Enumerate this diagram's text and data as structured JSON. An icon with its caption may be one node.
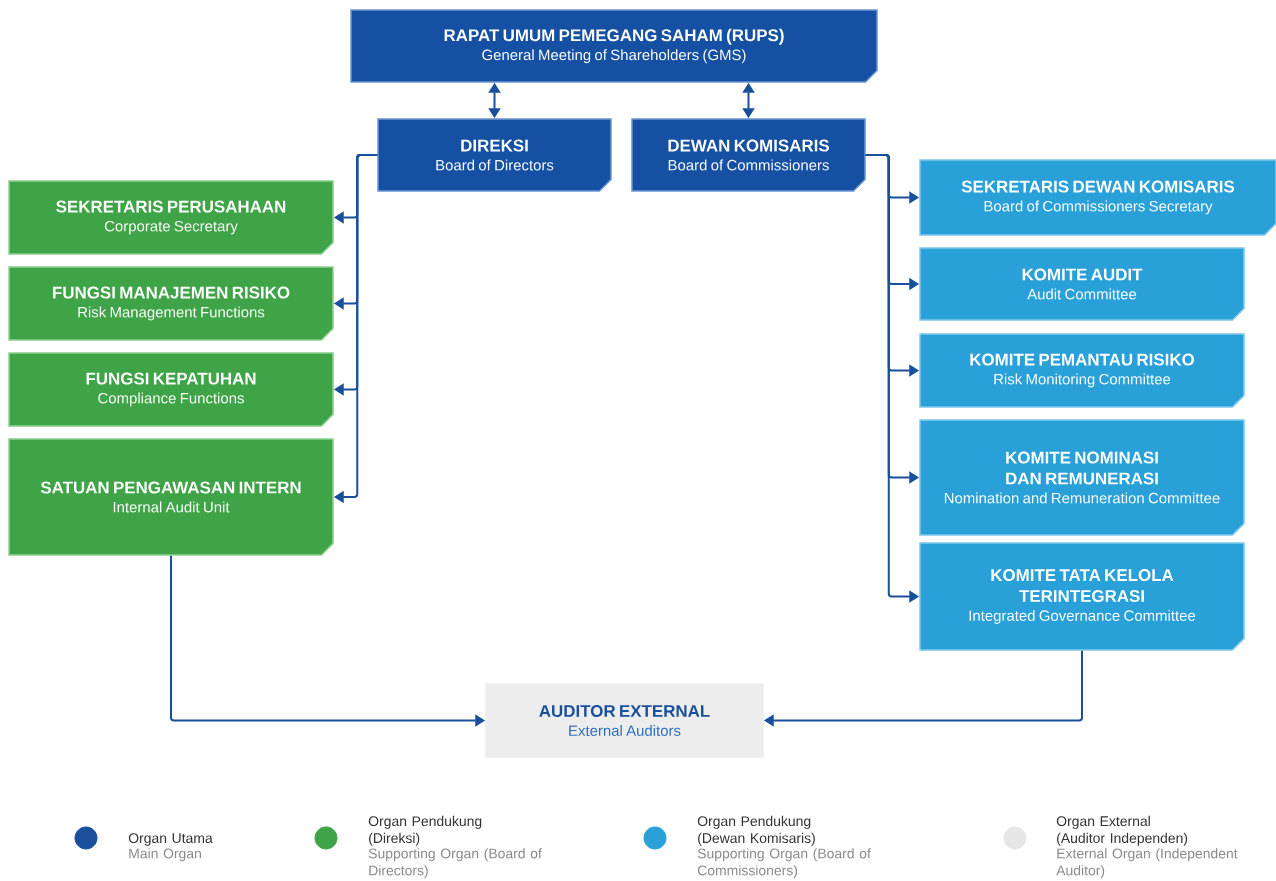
{
  "diagram": {
    "nodes": [
      {
        "text": [
          "RAPAT UMUM PEMEGANG SAHAM (RUPS)",
          "General Meeting of Shareholders (GMS)"
        ]
      },
      {
        "text": [
          "DIREKSI",
          "Board of Directors"
        ]
      },
      {
        "text": [
          "DEWAN KOMISARIS",
          "Board of Commissioners"
        ]
      },
      {
        "text": [
          "SEKRETARIS PERUSAHAAN",
          "Corporate Secretary"
        ]
      },
      {
        "text": [
          "FUNGSI MANAJEMEN RISIKO",
          "Risk Management Functions"
        ]
      },
      {
        "text": [
          "FUNGSI KEPATUHAN",
          "Compliance Functions"
        ]
      },
      {
        "text": [
          "SATUAN PENGAWASAN INTERN",
          "Internal Audit Unit"
        ]
      },
      {
        "text": [
          "SEKRETARIS DEWAN KOMISARIS",
          "Board of Commissioners Secretary"
        ]
      },
      {
        "text": [
          "KOMITE AUDIT",
          "Audit Committee"
        ]
      },
      {
        "text": [
          "KOMITE PEMANTAU RISIKO",
          "Risk Monitoring Committee"
        ]
      },
      {
        "text": [
          "KOMITE NOMINASI DAN REMUNERASI",
          "Nomination and Remuneration Committee"
        ]
      },
      {
        "text": [
          "KOMITE TATA KELOLA TERINTEGRASI",
          "Integrated Governance Committee"
        ]
      },
      {
        "text": [
          "AUDITOR EXTERNAL",
          "External Auditors"
        ]
      }
    ],
    "edges": [
      {
        "from": 0,
        "to": 1,
        "arrow": "both"
      },
      {
        "from": 0,
        "to": 2,
        "arrow": "both"
      },
      {
        "from": 1,
        "to": 3,
        "arrow": "to"
      },
      {
        "from": 1,
        "to": 4,
        "arrow": "to"
      },
      {
        "from": 1,
        "to": 5,
        "arrow": "to"
      },
      {
        "from": 1,
        "to": 6,
        "arrow": "to"
      },
      {
        "from": 2,
        "to": 7,
        "arrow": "to"
      },
      {
        "from": 2,
        "to": 8,
        "arrow": "to"
      },
      {
        "from": 2,
        "to": 9,
        "arrow": "to"
      },
      {
        "from": 2,
        "to": 10,
        "arrow": "to"
      },
      {
        "from": 2,
        "to": 11,
        "arrow": "to"
      },
      {
        "from": 6,
        "to": 12,
        "arrow": "to"
      },
      {
        "from": 11,
        "to": 12,
        "arrow": "to"
      }
    ],
    "labels": [
      "Main Organ",
      "Supporting Organ (Board of Directors)",
      "Supporting Organ (Board of Commissioners)",
      "External Organ (Independent Auditor)"
    ],
    "legend": [
      {
        "text": "Organ Utama",
        "color": "#1a4f9c"
      },
      {
        "text": "Organ Pendukung (Direksi)",
        "color": "#3fa447"
      },
      {
        "text": "Organ Pendukung (Dewan Komisaris)",
        "color": "#29a0d8"
      },
      {
        "text": "Organ External (Auditor Independen)",
        "color": "#e6e6e6"
      }
    ]
  }
}
